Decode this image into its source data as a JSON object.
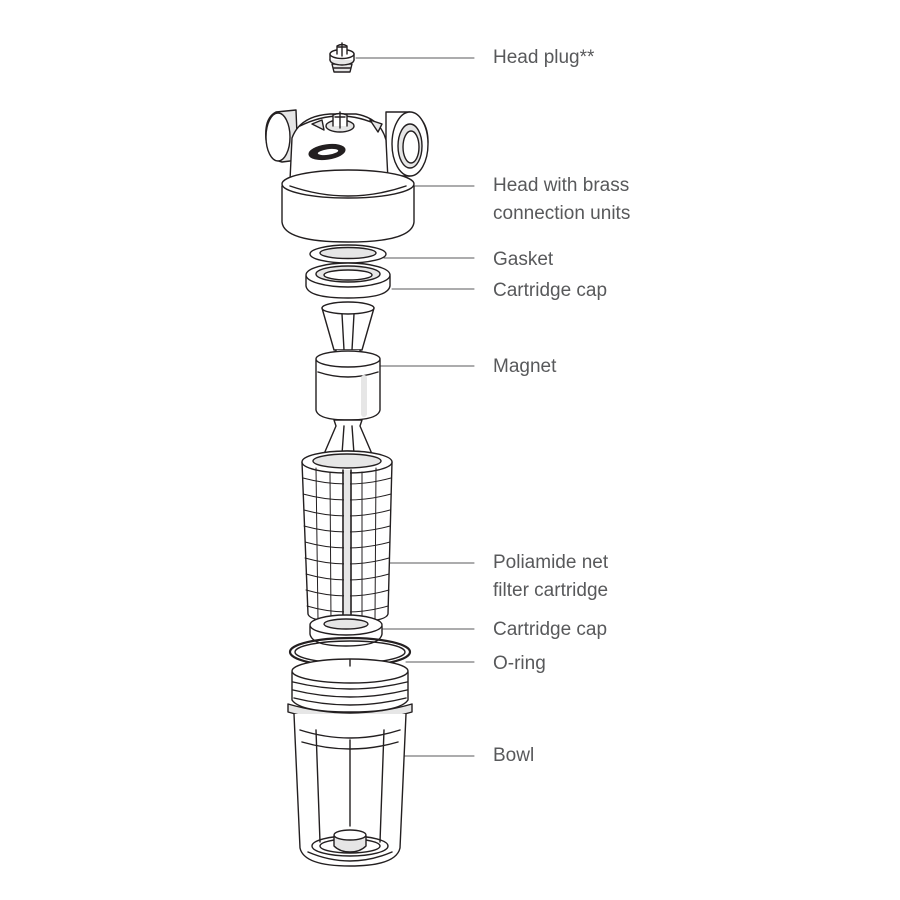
{
  "labels": {
    "head_plug": "Head plug**",
    "head": [
      "Head with brass",
      "connection units"
    ],
    "gasket": "Gasket",
    "cartridge_cap_top": "Cartridge cap",
    "magnet": "Magnet",
    "net_filter": [
      "Poliamide net",
      "filter cartridge"
    ],
    "cartridge_cap_bottom": "Cartridge cap",
    "o_ring": "O-ring",
    "bowl": "Bowl"
  },
  "colors": {
    "line": "#231f20",
    "leader": "#58595b",
    "text": "#58595b",
    "shade": "#e6e6e6",
    "fill": "#ffffff"
  }
}
